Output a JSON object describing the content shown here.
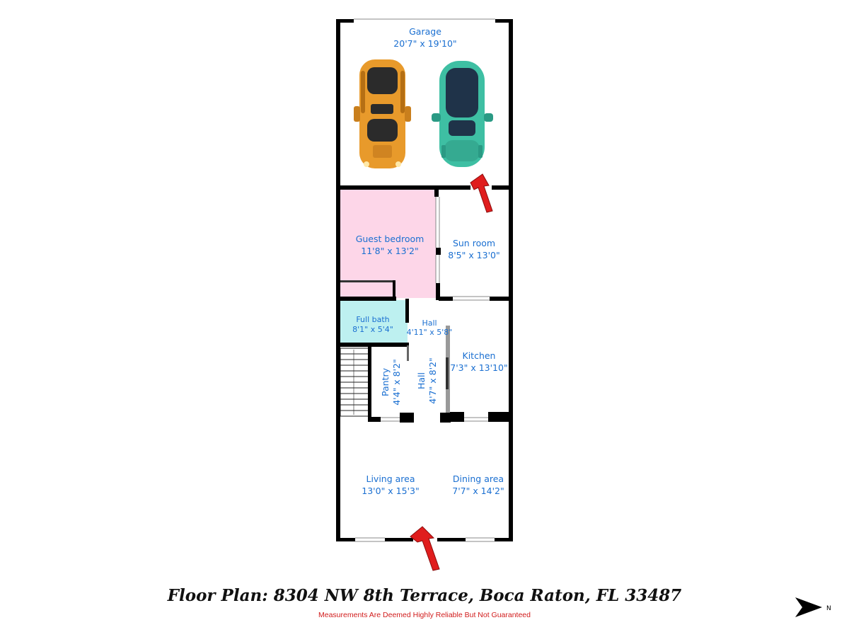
{
  "plan": {
    "title": "Floor Plan: 8304 NW 8th Terrace, Boca Raton, FL 33487",
    "disclaimer": "Measurements Are Deemed Highly Reliable But Not Guaranteed",
    "north_label": "N",
    "colors": {
      "wall": "#000000",
      "label": "#1a6fd1",
      "guest_bedroom_fill": "#fdd6e8",
      "full_bath_fill": "#bdf0f0",
      "entry_arrow": "#e01d1d",
      "disclaimer": "#d11b1b",
      "car_orange": "#e89a2b",
      "car_teal": "#3ebfa3"
    },
    "icons": [
      "entry-arrow-icon",
      "compass-north-icon",
      "car-icon",
      "stairs-icon"
    ]
  },
  "rooms": {
    "garage": {
      "name": "Garage",
      "size": "20'7\" x 19'10\""
    },
    "guest_bedroom": {
      "name": "Guest bedroom",
      "size": "11'8\" x 13'2\""
    },
    "sun_room": {
      "name": "Sun room",
      "size": "8'5\" x 13'0\""
    },
    "full_bath": {
      "name": "Full bath",
      "size": "8'1\" x 5'4\""
    },
    "hall_upper": {
      "name": "Hall",
      "size": "4'11\" x 5'8\""
    },
    "kitchen": {
      "name": "Kitchen",
      "size": "7'3\" x 13'10\""
    },
    "pantry": {
      "name": "Pantry",
      "size": "4'4\" x 8'2\""
    },
    "hall_lower": {
      "name": "Hall",
      "size": "4'7\" x 8'2\""
    },
    "living_area": {
      "name": "Living area",
      "size": "13'0\" x 15'3\""
    },
    "dining_area": {
      "name": "Dining area",
      "size": "7'7\" x 14'2\""
    }
  }
}
